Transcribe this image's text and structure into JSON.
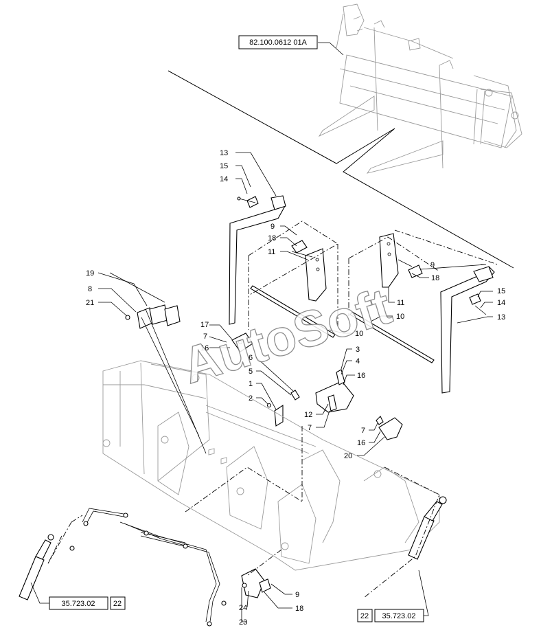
{
  "watermark": "AutoSoft",
  "references": {
    "top": "82.100.0612 01A",
    "left_code": "35.723.02",
    "left_num": "22",
    "right_num": "22",
    "right_code": "35.723.02"
  },
  "callouts": {
    "c1": "13",
    "c2": "15",
    "c3": "14",
    "c4": "9",
    "c5": "18",
    "c6": "11",
    "c7": "9",
    "c8": "18",
    "c9": "11",
    "c10": "15",
    "c11": "14",
    "c12": "13",
    "c13": "10",
    "c14": "10",
    "c15": "19",
    "c16": "8",
    "c17": "21",
    "c18": "17",
    "c19": "7",
    "c20": "16",
    "c21": "3",
    "c22": "4",
    "c23": "16",
    "c24": "6",
    "c25": "5",
    "c26": "1",
    "c27": "2",
    "c28": "12",
    "c29": "7",
    "c30": "7",
    "c31": "16",
    "c32": "20",
    "c33": "9",
    "c34": "24",
    "c35": "18",
    "c36": "23"
  }
}
